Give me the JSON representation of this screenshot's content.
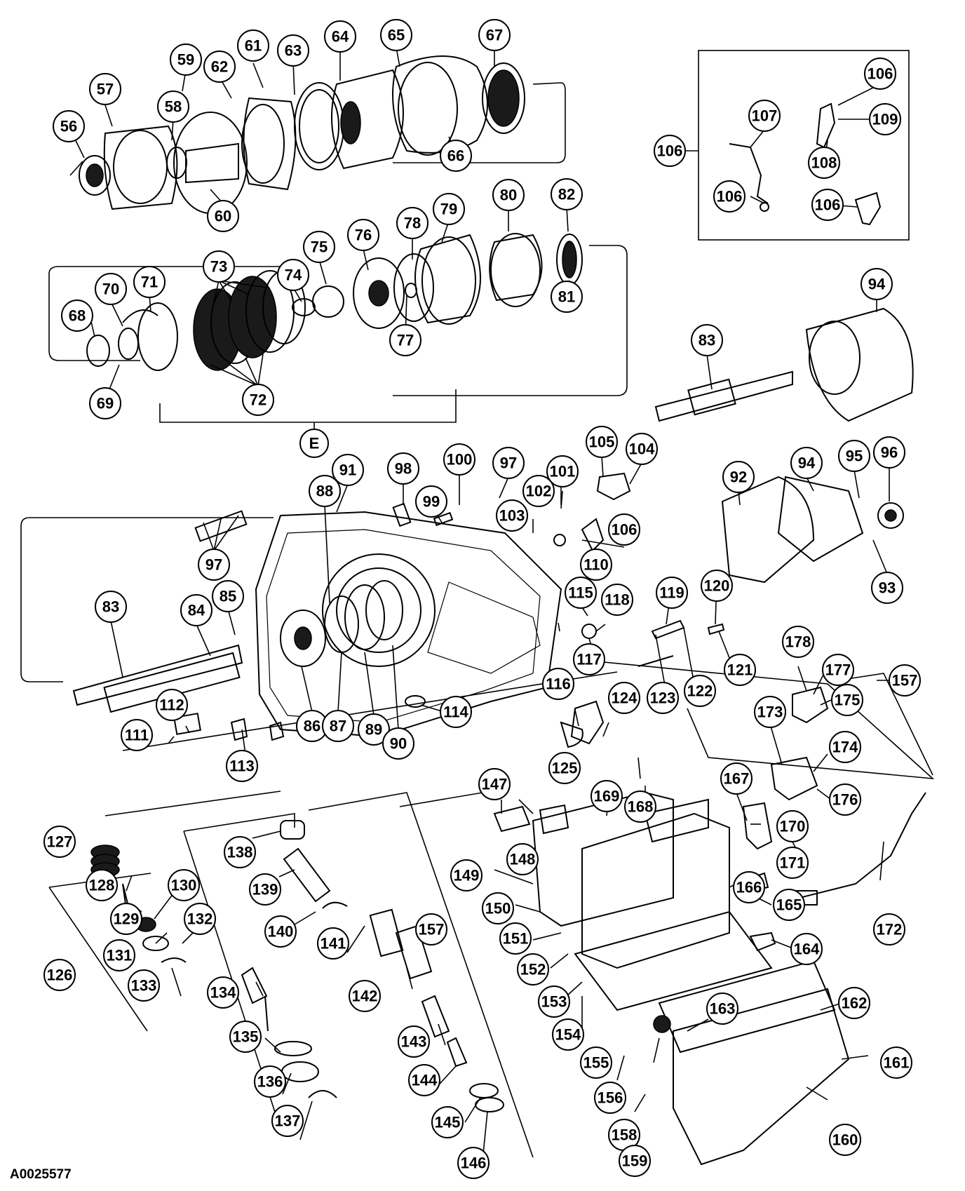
{
  "figure": {
    "reference_code": "A0025577",
    "group_label": "E"
  },
  "callouts": [
    "56",
    "57",
    "58",
    "59",
    "60",
    "61",
    "62",
    "63",
    "64",
    "65",
    "66",
    "67",
    "68",
    "69",
    "70",
    "71",
    "72",
    "73",
    "74",
    "75",
    "76",
    "77",
    "78",
    "79",
    "80",
    "81",
    "82",
    "83",
    "83",
    "84",
    "85",
    "86",
    "87",
    "88",
    "89",
    "90",
    "91",
    "92",
    "93",
    "94",
    "94",
    "95",
    "96",
    "97",
    "97",
    "98",
    "99",
    "100",
    "101",
    "102",
    "103",
    "104",
    "105",
    "106",
    "106",
    "106",
    "106",
    "106",
    "107",
    "108",
    "109",
    "110",
    "111",
    "112",
    "113",
    "114",
    "115",
    "116",
    "117",
    "118",
    "119",
    "120",
    "121",
    "122",
    "123",
    "124",
    "125",
    "126",
    "127",
    "128",
    "129",
    "130",
    "131",
    "132",
    "133",
    "134",
    "135",
    "136",
    "137",
    "138",
    "139",
    "140",
    "141",
    "142",
    "143",
    "144",
    "145",
    "146",
    "147",
    "148",
    "149",
    "150",
    "151",
    "152",
    "153",
    "154",
    "155",
    "156",
    "157",
    "157",
    "158",
    "159",
    "160",
    "161",
    "162",
    "163",
    "164",
    "165",
    "166",
    "167",
    "168",
    "169",
    "170",
    "171",
    "172",
    "173",
    "174",
    "175",
    "176",
    "177",
    "178"
  ]
}
